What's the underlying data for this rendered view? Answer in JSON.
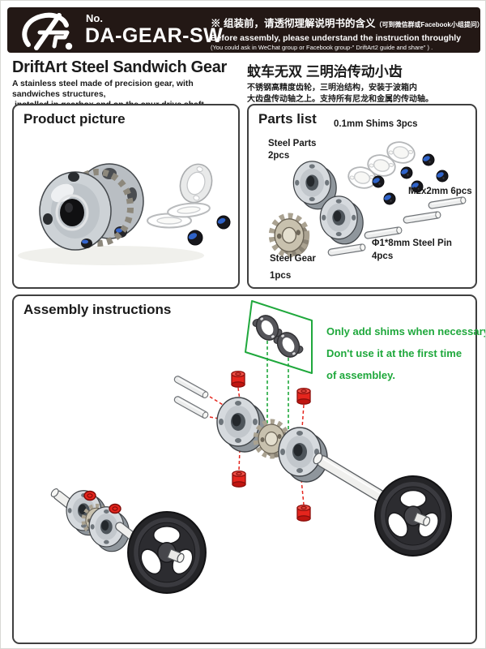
{
  "header": {
    "logo": "AT.",
    "no_label": "No.",
    "model": "DA-GEAR-SW",
    "notice_zh": "※ 组装前，请透彻理解说明书的含义",
    "notice_zh_paren": "（可到微信群或Facebook小组提问）。",
    "notice_en": "Before assembly, please understand the instruction throughly",
    "notice_en_paren": "(You could ask in WeChat group or Facebook group-\" DriftArt2 guide and share\" ) ."
  },
  "intro": {
    "title_en": "DriftArt Steel Sandwich Gear",
    "desc_en_1": "A stainless steel made of precision gear, with sandwiches structures,",
    "desc_en_2": "installed in gearbox and on the spur drive shaft.",
    "title_zh": "蚊车无双 三明治传动小齿",
    "desc_zh_1": "不锈钢高精度齿轮，三明治结构，安装于波箱内",
    "desc_zh_2": "大齿盘传动轴之上。支持所有尼龙和金属的传动轴。"
  },
  "product_picture": {
    "title": "Product picture"
  },
  "parts_list": {
    "title": "Parts list",
    "labels": {
      "shims": "0.1mm Shims 3pcs",
      "steel_parts_1": "Steel Parts",
      "steel_parts_2": "2pcs",
      "screws": "M2x2mm 6pcs",
      "pin_1": "Φ1*8mm Steel Pin",
      "pin_2": "4pcs",
      "gear_1": "Steel Gear",
      "gear_2": "1pcs"
    }
  },
  "assembly": {
    "title": "Assembly instructions",
    "note_1": "Only add shims when necessary.",
    "note_2": "Don't use it at the first time",
    "note_3": "of assembley."
  },
  "colors": {
    "header_bg": "#231815",
    "accent_green": "#1fa83c",
    "screw_red": "#e5251d",
    "steel_gray": "#d6dade",
    "gear_tan": "#c8c1ae",
    "wheel_black": "#2c2c30",
    "screw_blue": "#2f63c9"
  }
}
